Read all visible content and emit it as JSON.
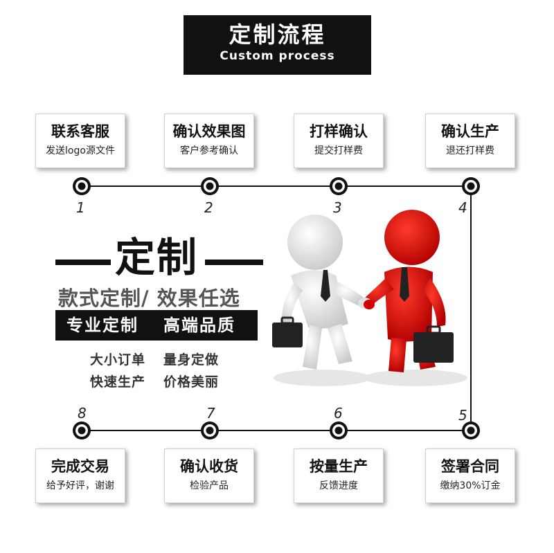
{
  "header": {
    "title": "定制流程",
    "subtitle": "Custom process"
  },
  "steps_top": [
    {
      "num": "1",
      "title": "联系客服",
      "desc": "发送logo源文件"
    },
    {
      "num": "2",
      "title": "确认效果图",
      "desc": "客户参考确认"
    },
    {
      "num": "3",
      "title": "打样确认",
      "desc": "提交打样费"
    },
    {
      "num": "4",
      "title": "确认生产",
      "desc": "退还打样费"
    }
  ],
  "steps_bottom": [
    {
      "num": "8",
      "title": "完成交易",
      "desc": "给予好评，谢谢"
    },
    {
      "num": "7",
      "title": "确认收货",
      "desc": "检验产品"
    },
    {
      "num": "6",
      "title": "按量生产",
      "desc": "反馈进度"
    },
    {
      "num": "5",
      "title": "签署合同",
      "desc": "缴纳30%订金"
    }
  ],
  "promo": {
    "title": "定制",
    "subtitle": "款式定制/ 效果任选",
    "band_left": "专业定制",
    "band_right": "高端品质",
    "features": [
      "大小订单",
      "量身定做",
      "快速生产",
      "价格美丽"
    ]
  },
  "colors": {
    "dark": "#111111",
    "accent_red": "#d40000",
    "figure_white": "#f2f2f2"
  }
}
